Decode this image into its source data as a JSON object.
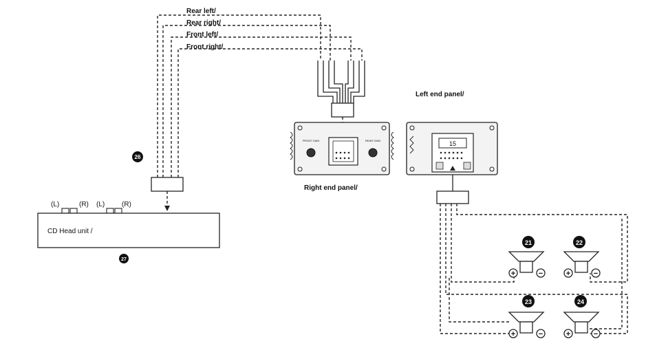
{
  "wires": {
    "rear_left": "Rear left/",
    "rear_right": "Rear right/",
    "front_left": "Front left/",
    "front_right": "Front right/"
  },
  "panels": {
    "left_end_panel": "Left end panel/",
    "right_end_panel": "Right end panel/",
    "front_gain": "FRONT GAIN",
    "rear_gain": "REAR GAIN",
    "fuse": "15"
  },
  "head_unit": {
    "label": "CD Head unit /",
    "left_channel_a": "(L)",
    "right_channel_a": "(R)",
    "left_channel_b": "(L)",
    "right_channel_b": "(R)"
  },
  "callouts": {
    "wiring_harness": "26",
    "head_unit": "27",
    "speaker_front_left": "21",
    "speaker_front_right": "22",
    "speaker_rear_left": "23",
    "speaker_rear_right": "24"
  },
  "polarity": {
    "positive": "+",
    "negative": "−"
  }
}
